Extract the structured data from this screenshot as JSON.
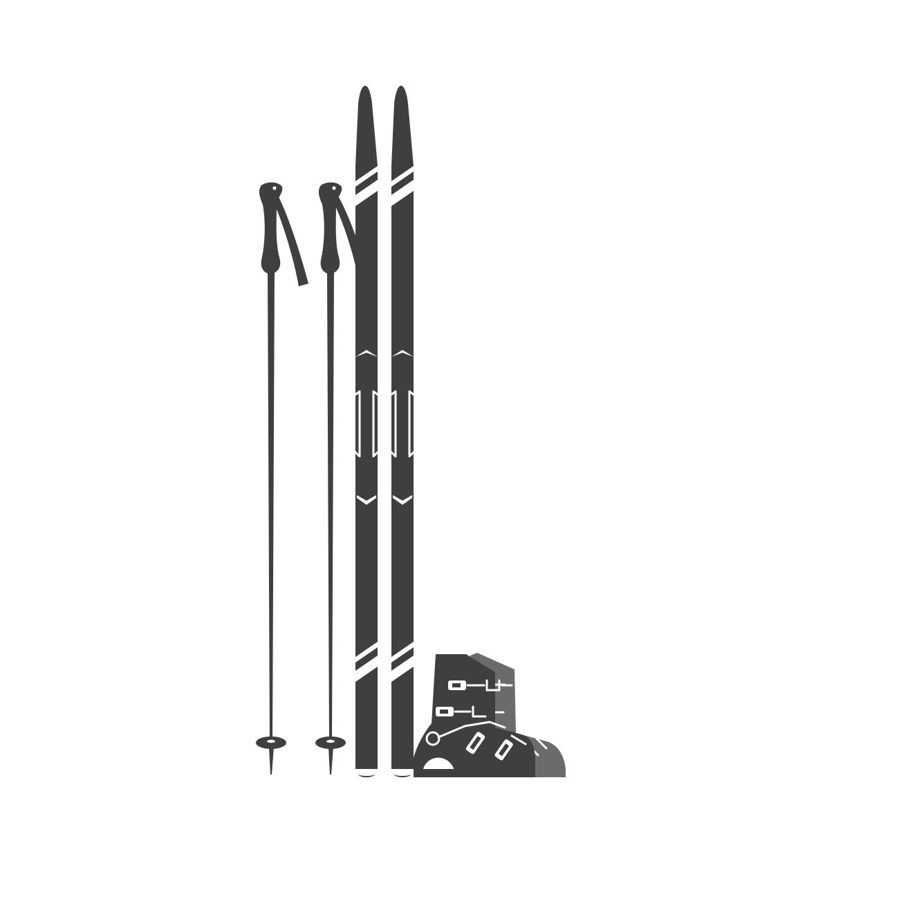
{
  "scene": {
    "background": "#ffffff",
    "ink": "#3f3f3f",
    "boot_back_ink": "#6b6b6b",
    "highlight": "#ffffff",
    "objects": [
      {
        "kind": "ski-pole",
        "icon": "ski-pole-icon",
        "count": 2
      },
      {
        "kind": "ski",
        "icon": "ski-icon",
        "count": 2
      },
      {
        "kind": "ski-boot",
        "icon": "ski-boot-icon",
        "count": 2
      }
    ]
  }
}
